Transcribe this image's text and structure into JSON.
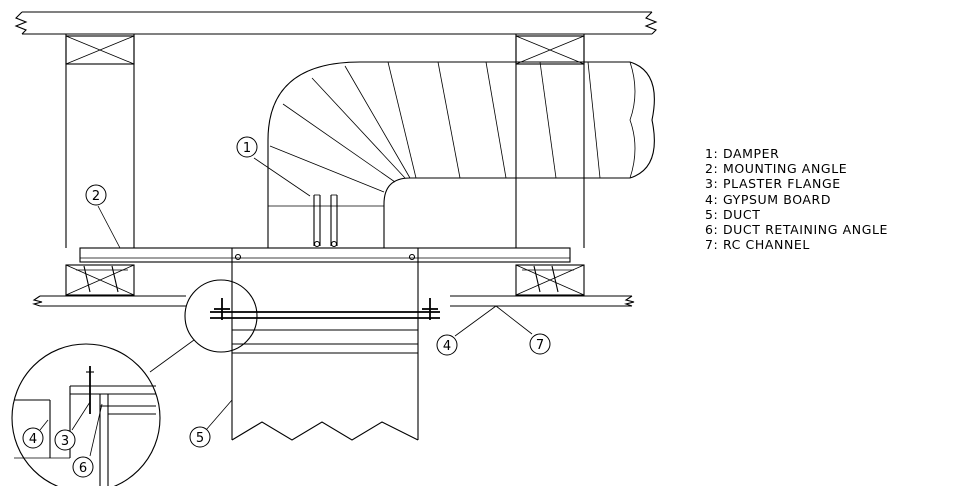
{
  "callouts": {
    "damper": "1",
    "mounting_angle": "2",
    "plaster_flange": "3",
    "gypsum_board": "4",
    "duct": "5",
    "duct_retaining_angle": "6",
    "rc_channel": "7"
  },
  "legend": [
    {
      "number": "1:",
      "label": "DAMPER"
    },
    {
      "number": "2:",
      "label": "MOUNTING ANGLE"
    },
    {
      "number": "3:",
      "label": "PLASTER FLANGE"
    },
    {
      "number": "4:",
      "label": "GYPSUM BOARD"
    },
    {
      "number": "5:",
      "label": "DUCT"
    },
    {
      "number": "6:",
      "label": "DUCT RETAINING ANGLE"
    },
    {
      "number": "7:",
      "label": "RC CHANNEL"
    }
  ]
}
